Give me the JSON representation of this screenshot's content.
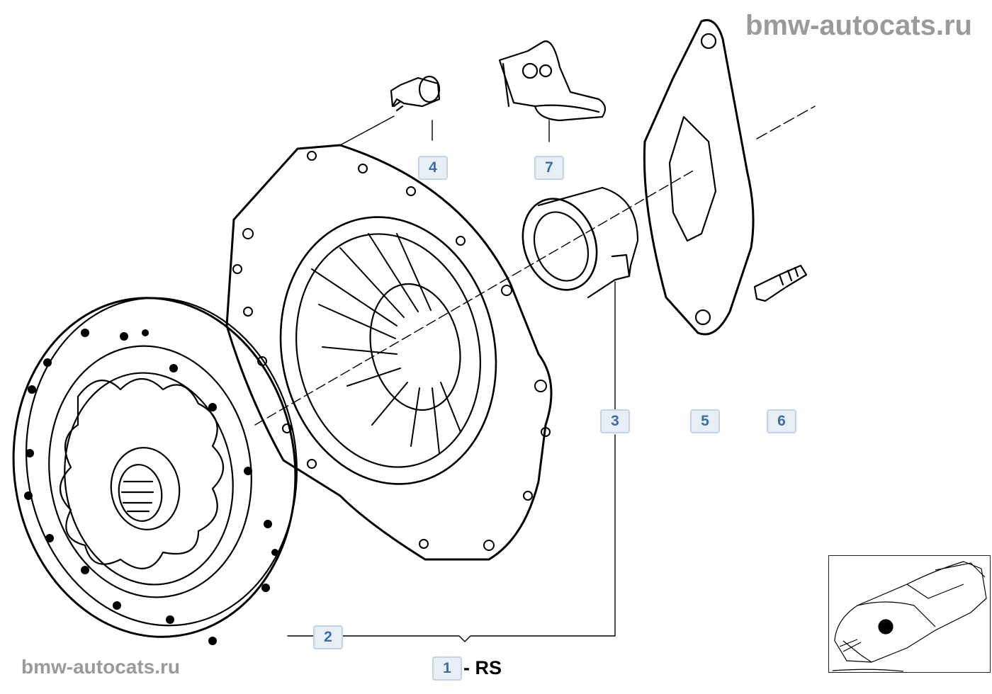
{
  "watermark": {
    "top": "bmw-autocats.ru",
    "bottom": "bmw-autocats.ru"
  },
  "callouts": [
    {
      "id": "1",
      "label": "1"
    },
    {
      "id": "2",
      "label": "2"
    },
    {
      "id": "3",
      "label": "3"
    },
    {
      "id": "4",
      "label": "4"
    },
    {
      "id": "5",
      "label": "5"
    },
    {
      "id": "6",
      "label": "6"
    },
    {
      "id": "7",
      "label": "7"
    }
  ],
  "kit_suffix": "- RS",
  "colors": {
    "callout_text": "#3a6ea5",
    "callout_bg": "#e8eef6",
    "watermark": "#9a9a9a",
    "line": "#000000"
  }
}
